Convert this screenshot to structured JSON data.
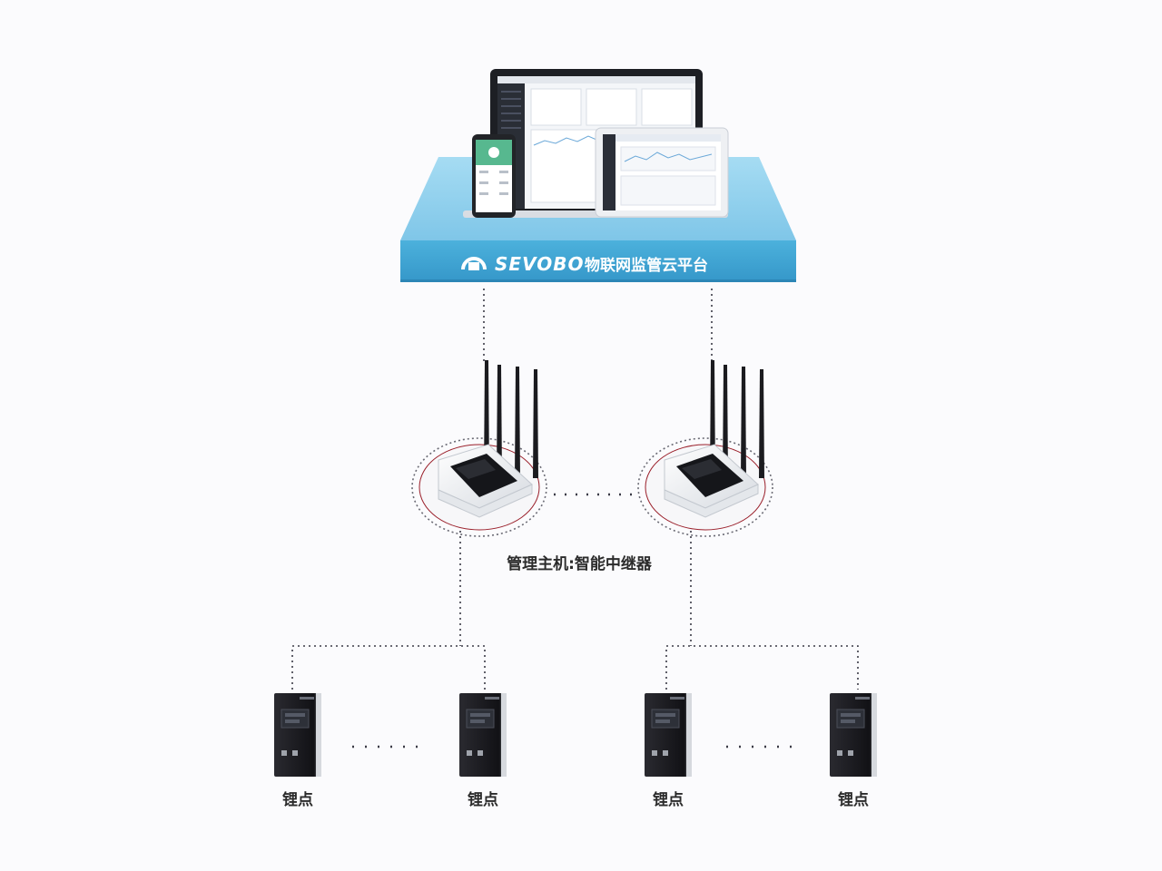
{
  "platform": {
    "brand": "SEVOBO",
    "title": "物联网监管云平台",
    "colors": {
      "top": "#8fd2ee",
      "front": "#42a8d6",
      "front_dark": "#2f8fc0"
    }
  },
  "gateway": {
    "label": "管理主机:智能中继器"
  },
  "nodes": [
    {
      "label": "锂点"
    },
    {
      "label": "锂点"
    },
    {
      "label": "锂点"
    },
    {
      "label": "锂点"
    }
  ],
  "colors": {
    "line": "#3a3a46",
    "device": "#16161a",
    "device_frame": "#cfd2d8"
  }
}
